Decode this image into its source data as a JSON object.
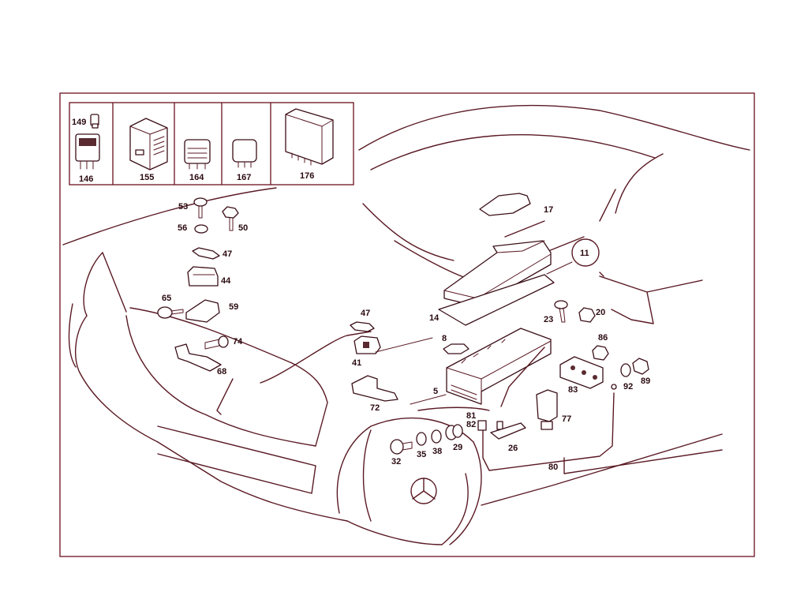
{
  "labels": {
    "p149": "149",
    "p146": "146",
    "p155": "155",
    "p164": "164",
    "p167": "167",
    "p176": "176",
    "p17": "17",
    "p11": "11",
    "p53": "53",
    "p56": "56",
    "p50": "50",
    "p47a": "47",
    "p44": "44",
    "p65": "65",
    "p59": "59",
    "p74": "74",
    "p68": "68",
    "p47b": "47",
    "p41": "41",
    "p72": "72",
    "p14": "14",
    "p8": "8",
    "p5": "5",
    "p23": "23",
    "p20": "20",
    "p86": "86",
    "p83": "83",
    "p92": "92",
    "p89": "89",
    "p77": "77",
    "p81": "81",
    "p82": "82",
    "p26": "26",
    "p80": "80",
    "p32": "32",
    "p35": "35",
    "p38": "38",
    "p29": "29"
  },
  "colors": {
    "frame": "#6b1020",
    "ink": "#5a1a24",
    "label": "#2a0a10"
  }
}
